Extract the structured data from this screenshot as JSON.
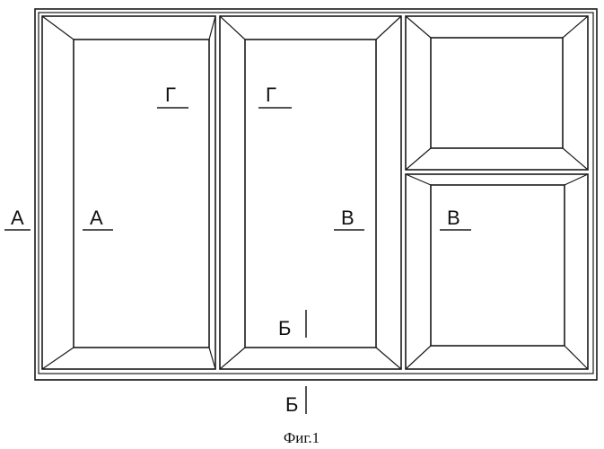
{
  "section_labels": {
    "a_outer": "А",
    "a_inner": "А",
    "v_middle": "В",
    "v_right": "В",
    "g_left": "Г",
    "g_middle": "Г",
    "b_inner": "Б",
    "b_outer": "Б"
  },
  "caption": "Фиг.1",
  "colors": {
    "line": "#1a1a1a",
    "background": "#ffffff"
  }
}
